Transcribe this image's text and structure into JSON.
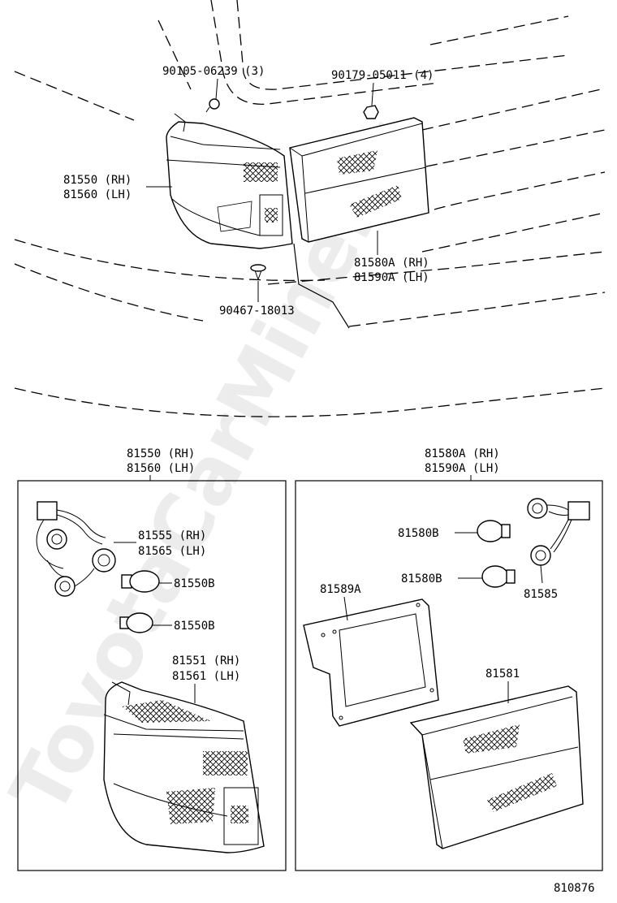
{
  "diagram": {
    "catalog_number": "810876",
    "watermark": "ToyotaCarMine.ru",
    "top_callouts": [
      {
        "id": "screw",
        "code": "90105-06239 (3)"
      },
      {
        "id": "nut",
        "code": "90179-05011 (4)"
      },
      {
        "id": "clip",
        "code": "90467-18013"
      },
      {
        "id": "outer-lamp",
        "code": "81550 (RH)",
        "code2": "81560 (LH)"
      },
      {
        "id": "inner-lamp",
        "code": "81580A (RH)",
        "code2": "81590A (LH)"
      }
    ],
    "left_box": {
      "header_rh": "81550 (RH)",
      "header_lh": "81560 (LH)",
      "socket_rh": "81555 (RH)",
      "socket_lh": "81565 (LH)",
      "bulb_1": "81550B",
      "bulb_2": "81550B",
      "lens_rh": "81551 (RH)",
      "lens_lh": "81561 (LH)"
    },
    "right_box": {
      "header_rh": "81580A (RH)",
      "header_lh": "81590A (LH)",
      "bulb_1": "81580B",
      "bulb_2": "81580B",
      "socket": "81585",
      "gasket": "81589A",
      "lens": "81581"
    }
  }
}
